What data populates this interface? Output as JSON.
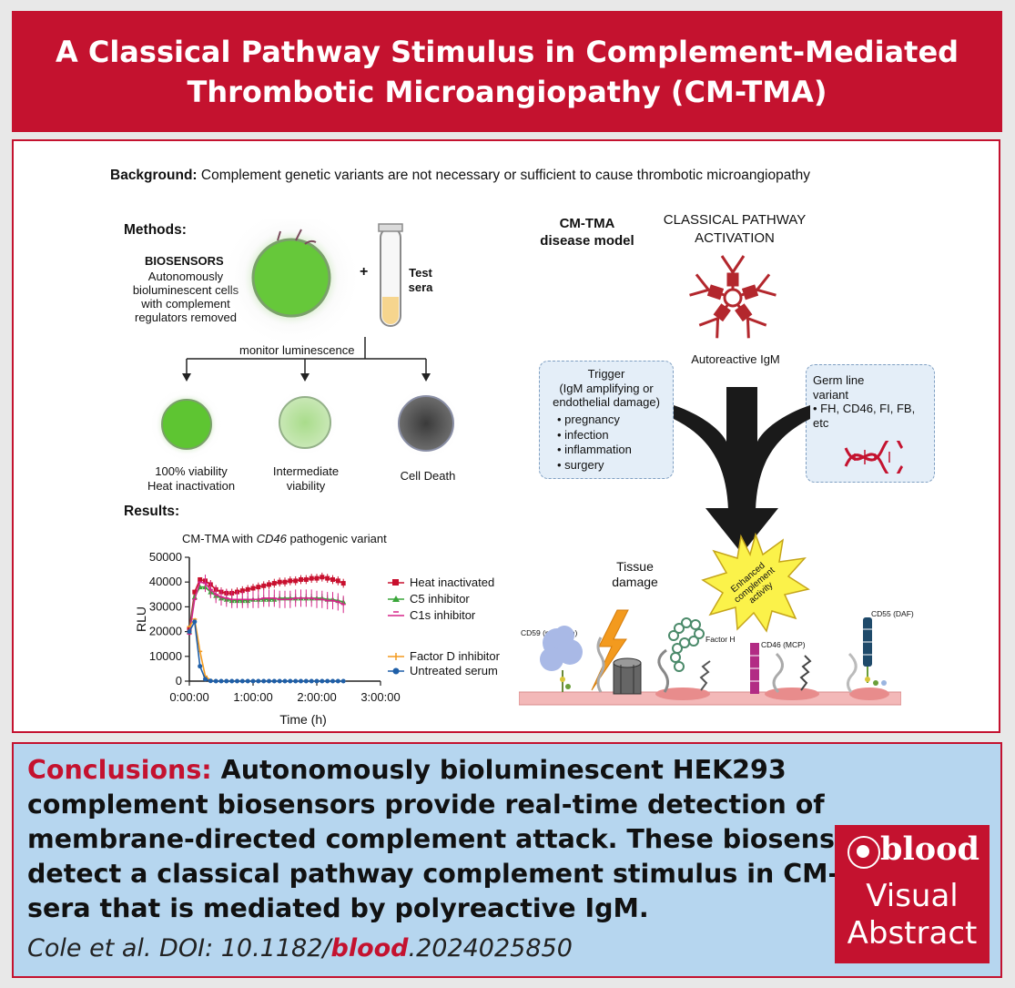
{
  "title": "A Classical Pathway Stimulus in Complement-Mediated\nThrombotic Microangiopathy (CM-TMA)",
  "background": {
    "label": "Background:",
    "text": "Complement genetic variants are not necessary or sufficient to cause thrombotic microangiopathy"
  },
  "methods": {
    "label": "Methods:",
    "biosensors_title": "BIOSENSORS",
    "biosensors_desc": "Autonomously\nbioluminescent cells\nwith complement\nregulators removed",
    "plus": "+",
    "test_sera": "Test\nsera",
    "monitor": "monitor luminescence",
    "outcomes": [
      {
        "label": "100% viability\nHeat inactivation"
      },
      {
        "label": "Intermediate\nviability"
      },
      {
        "label": "Cell Death"
      }
    ]
  },
  "results": {
    "label": "Results:"
  },
  "chart_data": {
    "type": "line",
    "title_prefix": "CM-TMA with ",
    "title_italic": "CD46",
    "title_suffix": " pathogenic variant",
    "xlabel": "Time (h)",
    "ylabel": "RLU",
    "xlim": [
      0,
      3
    ],
    "ylim": [
      0,
      50000
    ],
    "xticks": [
      0,
      1,
      2,
      3
    ],
    "xtick_labels": [
      "0:00:00",
      "1:00:00",
      "2:00:00",
      "3:00:00"
    ],
    "yticks": [
      0,
      10000,
      20000,
      30000,
      40000,
      50000
    ],
    "ytick_labels": [
      "0",
      "10000",
      "20000",
      "30000",
      "40000",
      "50000"
    ],
    "x": [
      0,
      0.083,
      0.167,
      0.25,
      0.333,
      0.417,
      0.5,
      0.583,
      0.667,
      0.75,
      0.833,
      0.917,
      1.0,
      1.083,
      1.167,
      1.25,
      1.333,
      1.417,
      1.5,
      1.583,
      1.667,
      1.75,
      1.833,
      1.917,
      2.0,
      2.083,
      2.167,
      2.25,
      2.333,
      2.417
    ],
    "series": [
      {
        "name": "Heat inactivated",
        "color": "#c8102e",
        "marker": "square",
        "values": [
          21000,
          36000,
          41000,
          40500,
          39000,
          37000,
          36000,
          35500,
          35500,
          36000,
          36500,
          37000,
          37500,
          38000,
          38500,
          39000,
          39500,
          40000,
          40000,
          40500,
          40500,
          41000,
          41000,
          41500,
          41500,
          42000,
          41500,
          41000,
          40500,
          39500
        ]
      },
      {
        "name": "C5 inhibitor",
        "color": "#3aa63a",
        "marker": "triangle",
        "values": [
          20000,
          34000,
          38000,
          38000,
          36000,
          34500,
          33500,
          33000,
          32500,
          32500,
          32500,
          32500,
          33000,
          33000,
          33000,
          33000,
          33000,
          33500,
          33500,
          33500,
          33500,
          33500,
          33500,
          33500,
          33500,
          33500,
          33000,
          33000,
          32500,
          32000
        ]
      },
      {
        "name": "C1s inhibitor",
        "color": "#d6258a",
        "marker": "dash",
        "values": [
          19000,
          33000,
          40000,
          39500,
          37000,
          35000,
          34000,
          33500,
          33000,
          33000,
          33000,
          33000,
          33000,
          33000,
          33500,
          33500,
          33500,
          33000,
          33000,
          33000,
          33500,
          33500,
          33500,
          33500,
          33000,
          33000,
          32500,
          32500,
          32000,
          31000
        ]
      },
      {
        "name": "Factor D inhibitor",
        "color": "#f39a1e",
        "marker": "dash",
        "values": [
          22000,
          25000,
          12000,
          2000,
          300,
          0,
          0,
          0,
          0,
          0,
          0,
          0,
          0,
          0,
          0,
          0,
          0,
          0,
          0,
          0,
          0,
          0,
          0,
          0,
          0,
          0,
          0,
          0,
          0,
          0
        ]
      },
      {
        "name": "Untreated serum",
        "color": "#1f5fa8",
        "marker": "circle",
        "values": [
          20000,
          24000,
          6000,
          800,
          100,
          0,
          0,
          0,
          0,
          0,
          0,
          0,
          0,
          0,
          0,
          0,
          0,
          0,
          0,
          0,
          0,
          0,
          0,
          0,
          0,
          0,
          0,
          0,
          0,
          0
        ]
      }
    ]
  },
  "model": {
    "title": "CM-TMA\ndisease model",
    "classical": "CLASSICAL PATHWAY\nACTIVATION",
    "igm_label": "Autoreactive IgM",
    "trigger_heading": "Trigger\n(IgM amplifying or\nendothelial damage)",
    "trigger_items": [
      "pregnancy",
      "infection",
      "inflammation",
      "surgery"
    ],
    "germline_heading": "Germ line\nvariant",
    "germline_item": "FH, CD46, FI, FB,\netc",
    "tissue_damage": "Tissue\ndamage",
    "enhanced": "Enhanced\ncomplement\nactivity",
    "cd59": "CD59 (protectin)",
    "factor_h": "Factor H",
    "cd46": "CD46 (MCP)",
    "cd55": "CD55 (DAF)"
  },
  "conclusions": {
    "label": "Conclusions:",
    "text": "Autonomously bioluminescent HEK293 complement biosensors provide real-time detection of membrane-directed complement attack. These biosensors detect a classical pathway complement stimulus in CM-TMA sera that is mediated by polyreactive IgM."
  },
  "citation": {
    "prefix": "Cole et al. DOI: 10.1182/",
    "journal": "blood",
    "suffix": ".2024025850"
  },
  "logo": {
    "brand": "blood",
    "line1": "Visual",
    "line2": "Abstract"
  },
  "colors": {
    "brand_red": "#c4122f",
    "conclusion_bg": "#b6d6ef",
    "box_bg": "#e4eef8"
  }
}
